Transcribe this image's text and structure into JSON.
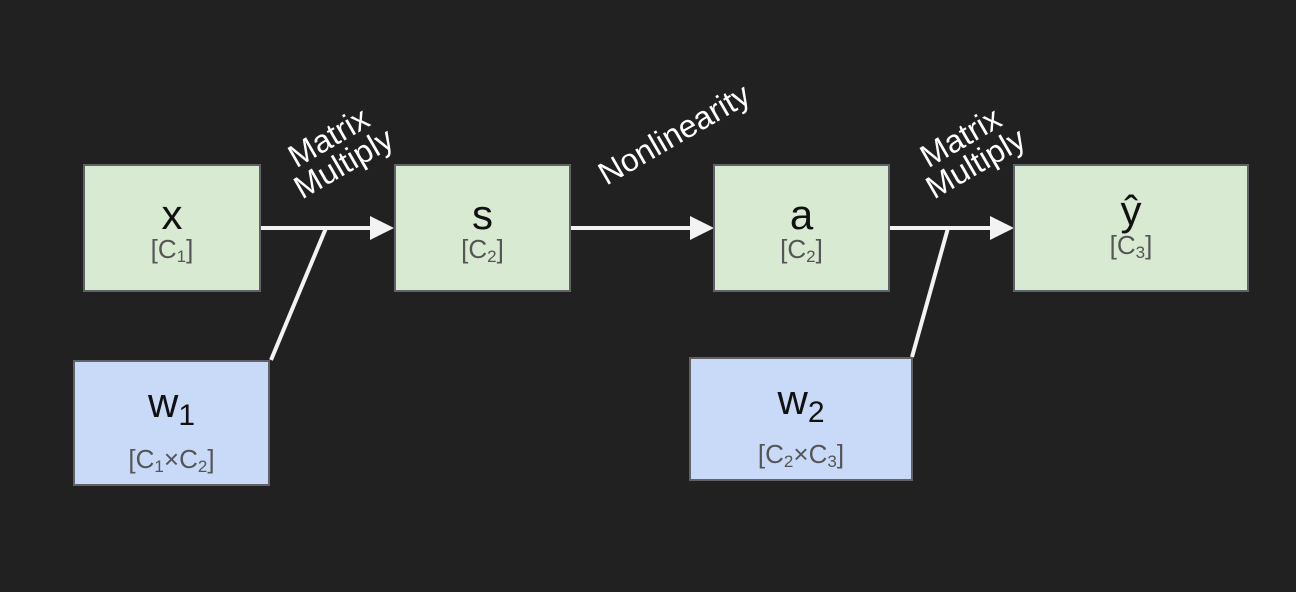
{
  "nodes": {
    "x": {
      "main": "x",
      "dim_pre": "[C",
      "dim_sub": "1",
      "dim_post": "]"
    },
    "s": {
      "main": "s",
      "dim_pre": "[C",
      "dim_sub": "2",
      "dim_post": "]"
    },
    "a": {
      "main": "a",
      "dim_pre": "[C",
      "dim_sub": "2",
      "dim_post": "]"
    },
    "yhat": {
      "main": "ŷ",
      "dim_pre": "[C",
      "dim_sub": "3",
      "dim_post": "]"
    },
    "w1": {
      "main": "w",
      "main_sub": "1",
      "dim_pre": "[C",
      "dim_sub_a": "1",
      "dim_mid": "×C",
      "dim_sub_b": "2",
      "dim_post": "]"
    },
    "w2": {
      "main": "w",
      "main_sub": "2",
      "dim_pre": "[C",
      "dim_sub_a": "2",
      "dim_mid": "×C",
      "dim_sub_b": "3",
      "dim_post": "]"
    }
  },
  "edges": {
    "matmul_1": {
      "line1": "Matrix",
      "line2": "Multiply"
    },
    "nonlinearity": {
      "line1": "Nonlinearity"
    },
    "matmul_2": {
      "line1": "Matrix",
      "line2": "Multiply"
    }
  },
  "colors": {
    "background": "#212121",
    "variable_fill": "#d9ead3",
    "weight_fill": "#c9daf8",
    "box_border": "#5f6368",
    "edge": "#f3f3f3",
    "label": "#ffffff"
  }
}
